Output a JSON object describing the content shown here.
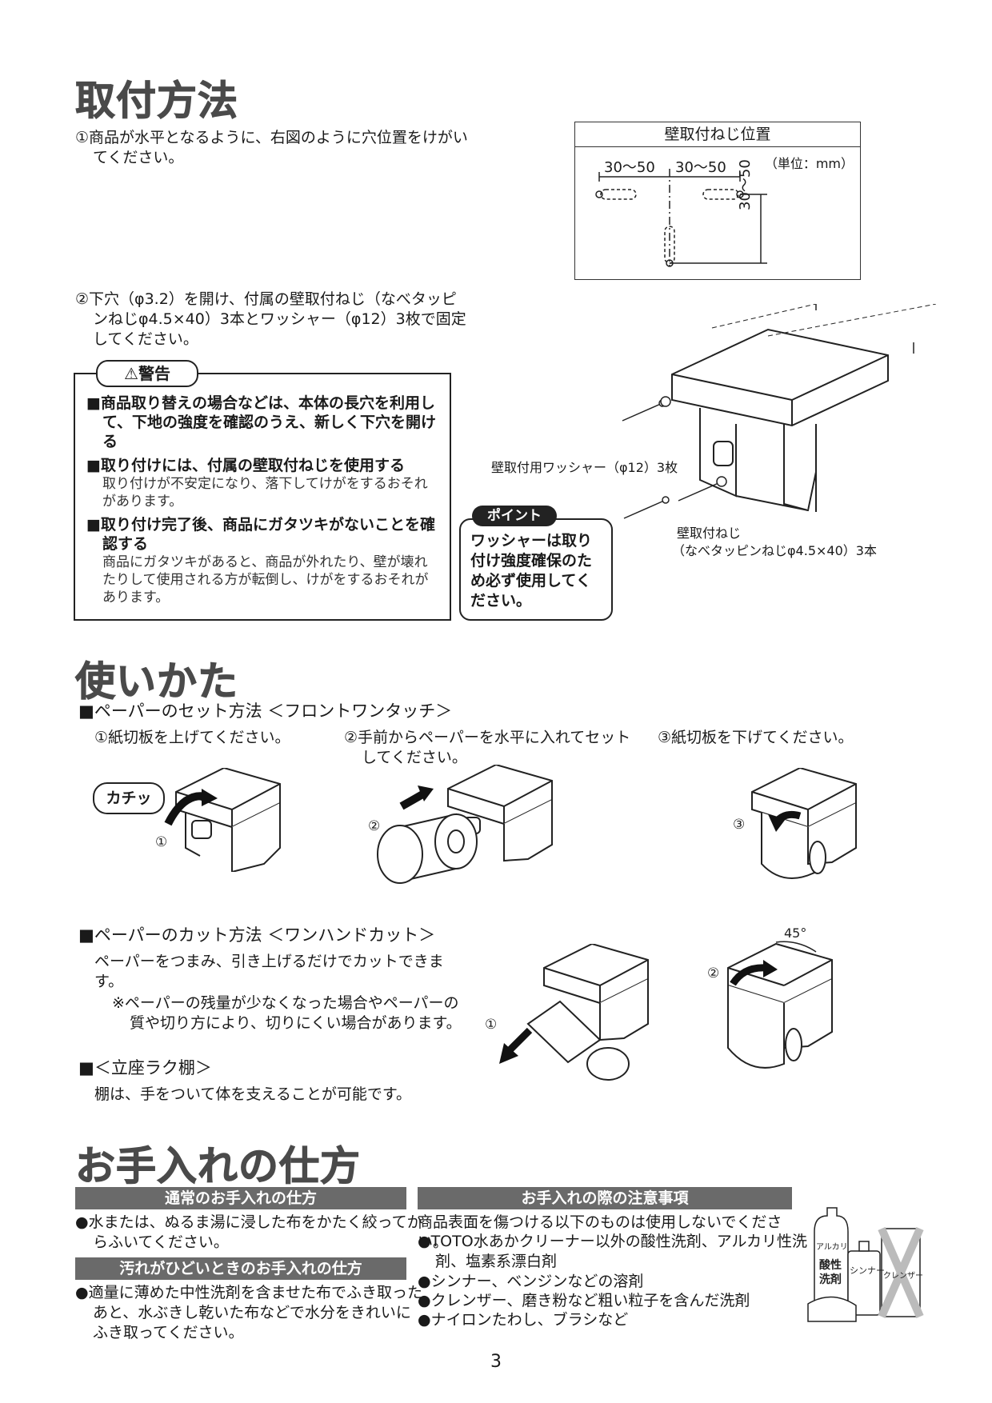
{
  "install": {
    "title": "取付方法",
    "step1": "①商品が水平となるように、右図のように穴位置をけがいてください。",
    "step2": "②下穴（φ3.2）を開け、付属の壁取付ねじ（なべタッピンねじφ4.5×40）3本とワッシャー（φ12）3枚で固定してください。",
    "diagram": {
      "title": "壁取付ねじ位置",
      "unit": "（単位：mm）",
      "dim_left": "30～50",
      "dim_right": "30～50",
      "dim_vertical": "30～50"
    },
    "warning": {
      "tag": "警告",
      "items": [
        {
          "head": "■商品取り替えの場合などは、本体の長穴を利用して、下地の強度を確認のうえ、新しく下穴を開ける",
          "detail": ""
        },
        {
          "head": "■取り付けには、付属の壁取付ねじを使用する",
          "detail": "取り付けが不安定になり、落下してけがをするおそれがあります。"
        },
        {
          "head": "■取り付け完了後、商品にガタツキがないことを確認する",
          "detail": "商品にガタツキがあると、商品が外れたり、壁が壊れたりして使用される方が転倒し、けがをするおそれがあります。"
        }
      ]
    },
    "point": {
      "tag": "ポイント",
      "text": "ワッシャーは取り付け強度確保のため必ず使用してください。"
    },
    "washer_label": "壁取付用ワッシャー（φ12）3枚",
    "screw_label_1": "壁取付ねじ",
    "screw_label_2": "（なべタッピンねじφ4.5×40）3本"
  },
  "usage": {
    "title": "使いかた",
    "set_heading": "■ペーパーのセット方法 ＜フロントワンタッチ＞",
    "set_steps": [
      "①紙切板を上げてください。",
      "②手前からペーパーを水平に入れてセットしてください。",
      "③紙切板を下げてください。"
    ],
    "click_sound": "カチッ",
    "step_marks": [
      "①",
      "②",
      "③"
    ],
    "cut_heading": "■ペーパーのカット方法 ＜ワンハンドカット＞",
    "cut_text": "ペーパーをつまみ、引き上げるだけでカットできます。",
    "cut_note": "※ペーパーの残量が少なくなった場合やペーパーの質や切り方により、切りにくい場合があります。",
    "angle": "45°",
    "shelf_heading": "■＜立座ラク棚＞",
    "shelf_text": "棚は、手をついて体を支えることが可能です。"
  },
  "care": {
    "title": "お手入れの仕方",
    "normal_band": "通常のお手入れの仕方",
    "normal_text": "●水または、ぬるま湯に浸した布をかたく絞ってからふいてください。",
    "dirty_band": "汚れがひどいときのお手入れの仕方",
    "dirty_text": "●適量に薄めた中性洗剤を含ませた布でふき取ったあと、水ぶきし乾いた布などで水分をきれいにふき取ってください。",
    "caution_band": "お手入れの際の注意事項",
    "caution_intro": "商品表面を傷つける以下のものは使用しないでください。",
    "caution_items": [
      "●TOTO水あかクリーナー以外の酸性洗剤、アルカリ性洗剤、塩素系漂白剤",
      "●シンナー、ベンジンなどの溶剤",
      "●クレンザー、磨き粉など粗い粒子を含んだ洗剤",
      "●ナイロンたわし、ブラシなど"
    ],
    "bottle_labels": [
      "アルカリ",
      "酸性",
      "洗剤",
      "シンナー",
      "クレンザー"
    ]
  },
  "page_number": "3"
}
